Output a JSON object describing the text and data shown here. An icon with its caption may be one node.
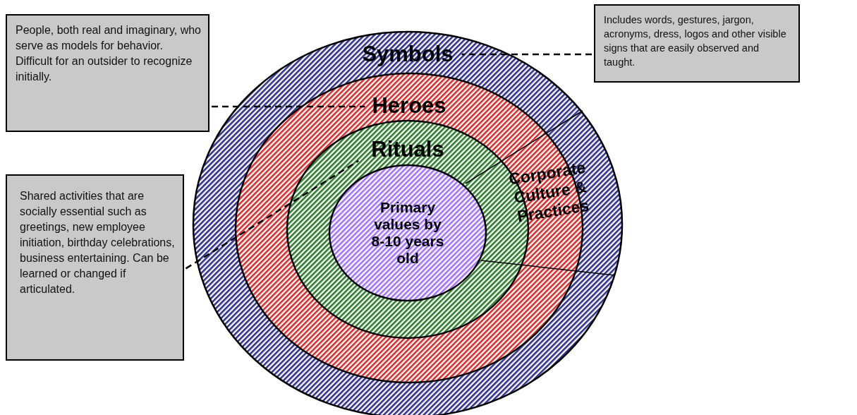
{
  "diagram": {
    "nodes": [
      {
        "text": [
          "Symbols"
        ]
      },
      {
        "text": [
          "Heroes"
        ],
        "in": 0
      },
      {
        "text": [
          "Rituals"
        ],
        "in": 1
      },
      {
        "text": [
          "Primary values by 8-10 years old"
        ],
        "in": 2
      },
      {
        "text": [
          "People, both real and imaginary, who serve as models for behavior. Difficult for an outsider to recognize initially."
        ]
      },
      {
        "text": [
          "Includes words, gestures, jargon, acronyms, dress, logos and other visible signs that are easily observed and taught."
        ]
      },
      {
        "text": [
          "Shared activities that are socially essential such as greetings, new employee initiation, birthday celebrations, business entertaining. Can be learned or changed if articulated."
        ]
      }
    ],
    "edges": [
      {
        "from": 4,
        "to": 1,
        "arrow": "none",
        "style": "dashed"
      },
      {
        "from": 5,
        "to": 0,
        "arrow": "none",
        "style": "dashed"
      },
      {
        "from": 6,
        "to": 2,
        "arrow": "none",
        "style": "dashed"
      }
    ],
    "labels": [
      "Corporate Culture & Practices"
    ]
  }
}
